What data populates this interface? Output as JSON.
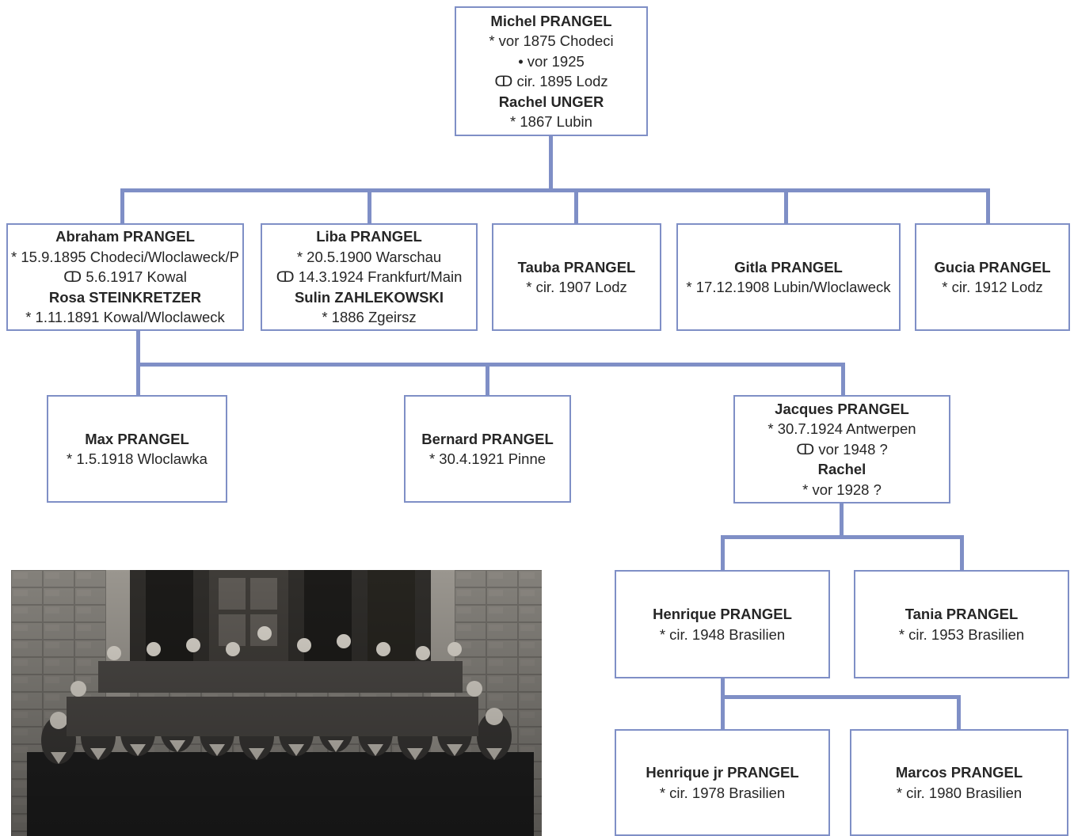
{
  "tree": {
    "root": {
      "lines": [
        "Michel PRANGEL",
        "* vor 1875 Chodeci",
        "• vor 1925",
        "ↀ cir. 1895 Lodz",
        "Rachel UNGER",
        "* 1867 Lubin"
      ]
    },
    "gen1": [
      {
        "lines": [
          "Abraham PRANGEL",
          "* 15.9.1895 Chodeci/Wloclaweck/P",
          "ↀ 5.6.1917 Kowal",
          "Rosa STEINKRETZER",
          "* 1.11.1891 Kowal/Wloclaweck"
        ]
      },
      {
        "lines": [
          "Liba PRANGEL",
          "* 20.5.1900 Warschau",
          "ↀ 14.3.1924 Frankfurt/Main",
          "Sulin ZAHLEKOWSKI",
          "* 1886 Zgeirsz"
        ]
      },
      {
        "lines": [
          "Tauba PRANGEL",
          "* cir. 1907 Lodz"
        ]
      },
      {
        "lines": [
          "Gitla PRANGEL",
          "* 17.12.1908 Lubin/Wloclaweck"
        ]
      },
      {
        "lines": [
          "Gucia PRANGEL",
          "* cir. 1912 Lodz"
        ]
      }
    ],
    "gen2": [
      {
        "lines": [
          "Max PRANGEL",
          "* 1.5.1918 Wloclawka"
        ]
      },
      {
        "lines": [
          "Bernard PRANGEL",
          "* 30.4.1921 Pinne"
        ]
      },
      {
        "lines": [
          "Jacques PRANGEL",
          "* 30.7.1924 Antwerpen",
          "ↀ vor 1948 ?",
          "Rachel",
          "* vor 1928 ?"
        ]
      }
    ],
    "gen3": [
      {
        "lines": [
          "Henrique PRANGEL",
          "* cir. 1948 Brasilien"
        ]
      },
      {
        "lines": [
          "Tania PRANGEL",
          "* cir. 1953 Brasilien"
        ]
      }
    ],
    "gen4": [
      {
        "lines": [
          "Henrique jr PRANGEL",
          "* cir. 1978 Brasilien"
        ]
      },
      {
        "lines": [
          "Marcos PRANGEL",
          "* cir. 1980 Brasilien"
        ]
      }
    ]
  },
  "colors": {
    "connector": "#7f8fc6",
    "box_border": "#7f8fc6",
    "text": "#262626",
    "photo_bg": "#5c5a56"
  }
}
